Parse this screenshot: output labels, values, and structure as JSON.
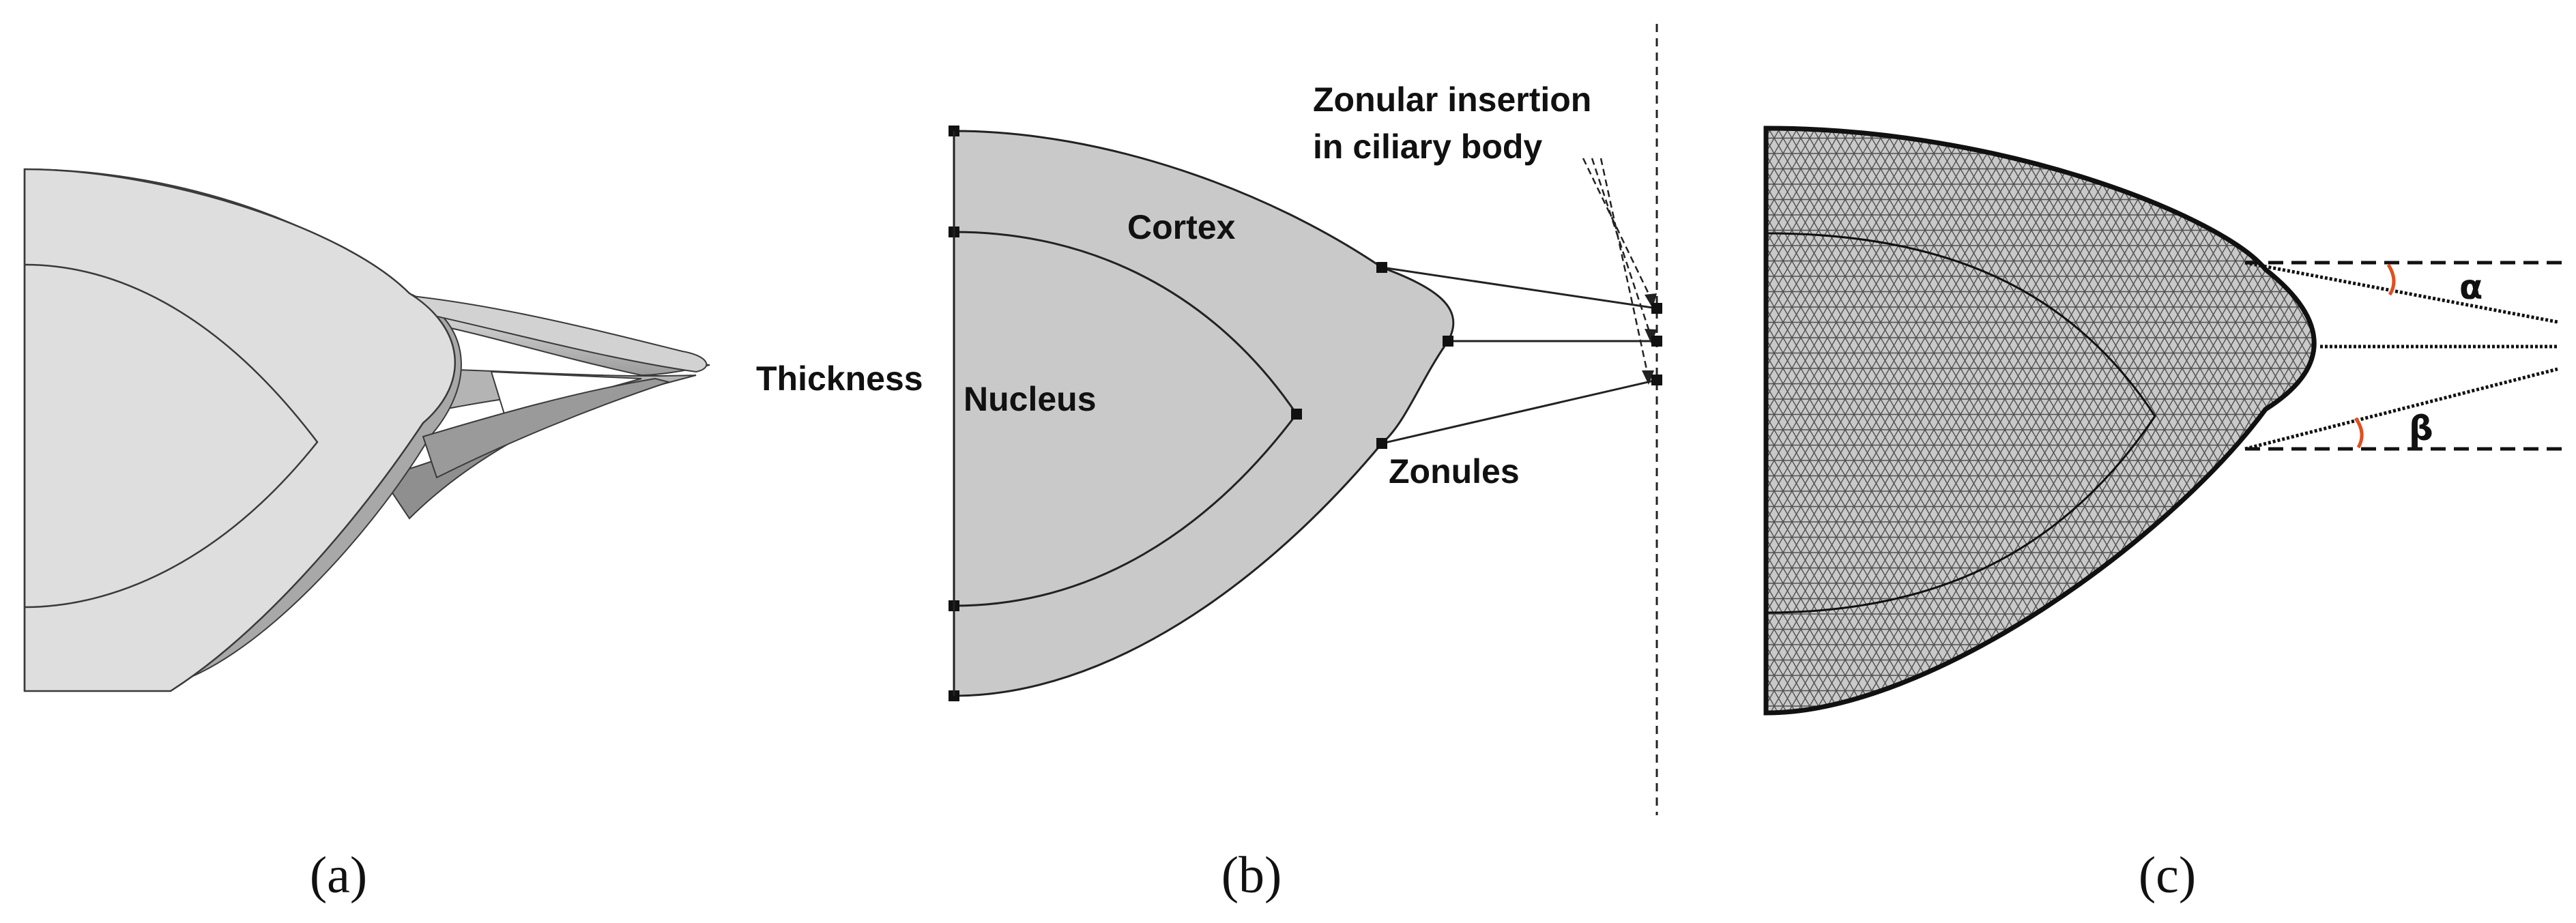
{
  "panels": {
    "a": {
      "caption": "(a)"
    },
    "b": {
      "caption": "(b)",
      "labels": {
        "thickness": "Thickness",
        "nucleus": "Nucleus",
        "cortex": "Cortex",
        "zonules": "Zonules",
        "insertion_line1": "Zonular insertion",
        "insertion_line2": "in ciliary body"
      }
    },
    "c": {
      "caption": "(c)",
      "angles": {
        "upper": "α",
        "lower": "β"
      }
    }
  },
  "colors": {
    "lens_fill": "#c9c9c9",
    "lens_3d_light": "#dedede",
    "lens_3d_shade": "#a8a8a8",
    "mesh_line": "#3a3a3a",
    "angle_arc": "#e0501e",
    "outline": "#222222"
  }
}
